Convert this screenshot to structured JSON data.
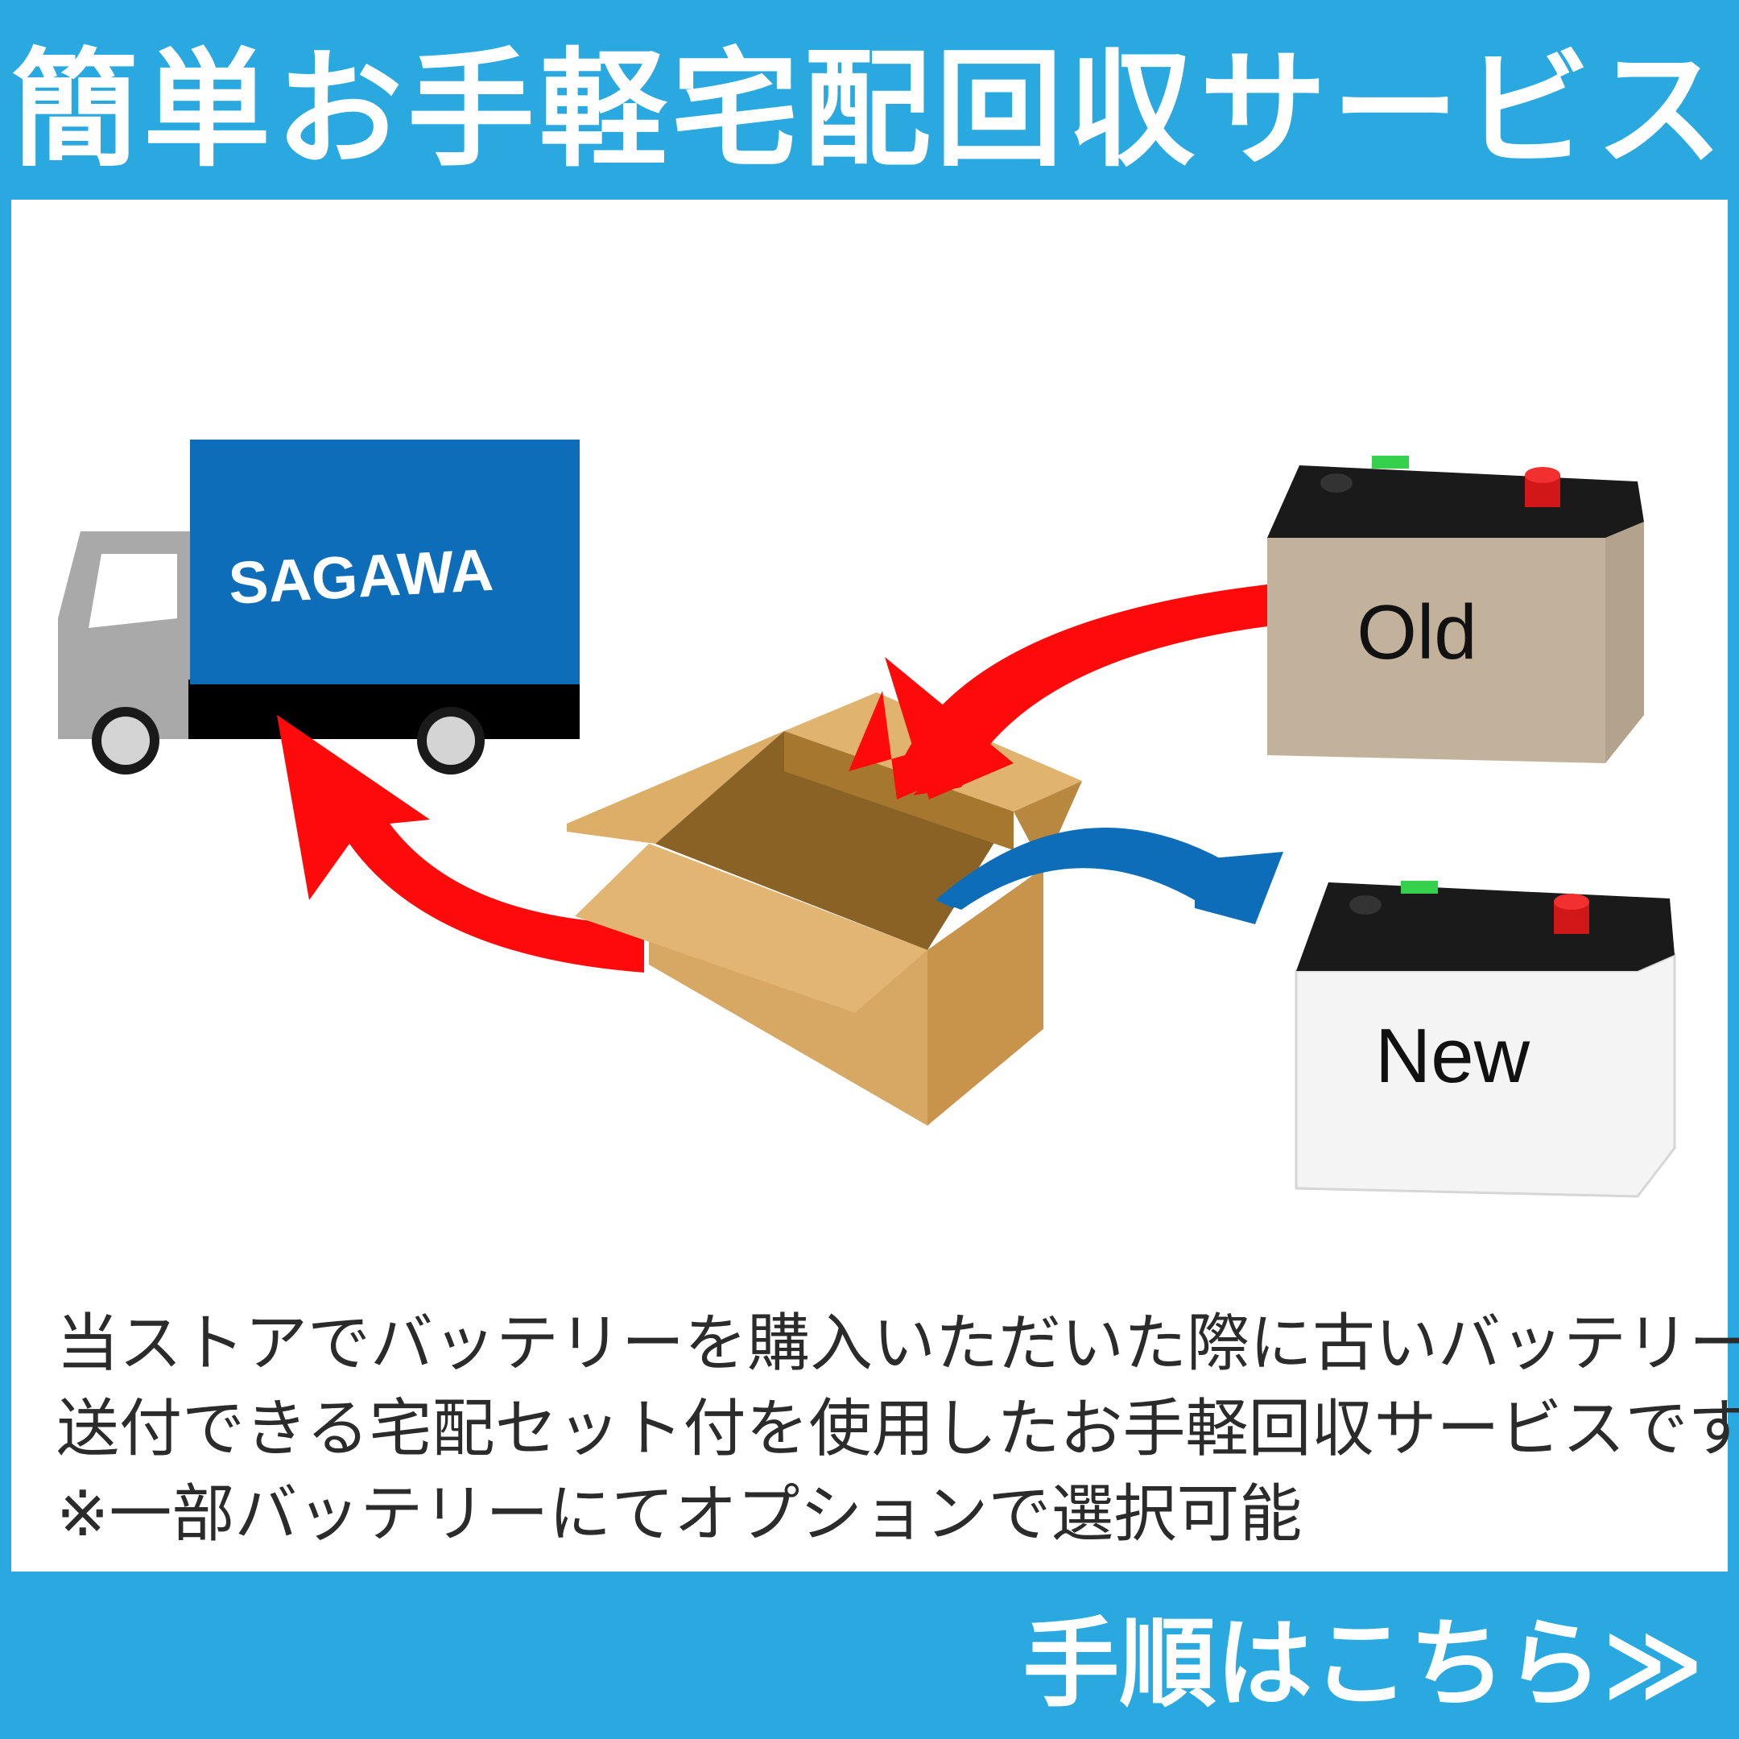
{
  "header": {
    "title": "簡単お手軽宅配回収サービス"
  },
  "illustration": {
    "truck_label": "SAGAWA",
    "old_battery_label": "Old",
    "new_battery_label": "New"
  },
  "description": {
    "lines": [
      "当ストアでバッテリーを購入いただいた際に古いバッテリーを",
      "送付できる宅配セット付を使用したお手軽回収サービスです。",
      "※一部バッテリーにてオプションで選択可能"
    ]
  },
  "footer": {
    "link_label": "手順はこちら≫"
  },
  "colors": {
    "accent_blue": "#2aa9e0",
    "truck_blue": "#0d6db8",
    "arrow_red": "#ff0a0a",
    "arrow_blue": "#0d6db8",
    "cardboard": "#d2a25c",
    "old_battery": "#c2b29c",
    "new_battery": "#f4f4f4"
  },
  "icons": {
    "truck": "delivery-truck-icon",
    "box": "cardboard-box-icon",
    "old_battery": "old-battery-icon",
    "new_battery": "new-battery-icon"
  }
}
